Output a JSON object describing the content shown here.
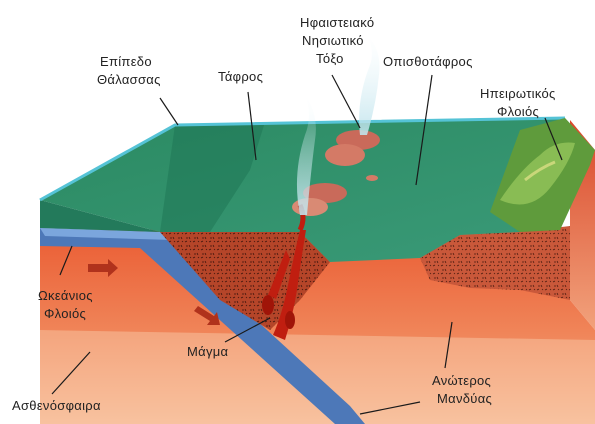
{
  "labels": {
    "sea_level": [
      "Επίπεδο",
      "Θάλασσας"
    ],
    "trench": "Τάφρος",
    "volcanic_arc": [
      "Ηφαιστειακό",
      "Νησιωτικό",
      "Τόξο"
    ],
    "back_arc": "Οπισθοτάφρος",
    "continental_crust": [
      "Ηπειρωτικός",
      "Φλοιός"
    ],
    "oceanic_crust": [
      "Ωκεάνιος",
      "Φλοιός"
    ],
    "magma": "Μάγμα",
    "asthenosphere": "Ασθενόσφαιρα",
    "upper_mantle": [
      "Ανώτερος",
      "Μανδύας"
    ]
  },
  "colors": {
    "sea_top": "#2f8e6e",
    "sea_front": "#1f7a5e",
    "water_edge": "#3fb3c9",
    "crust_dark": "#b8432a",
    "mantle_upper": "#e8603a",
    "mantle_lower": "#f6b592",
    "oceanic_plate": "#5a86c4",
    "magma": "#c01e10",
    "continent": "#7db04a"
  }
}
